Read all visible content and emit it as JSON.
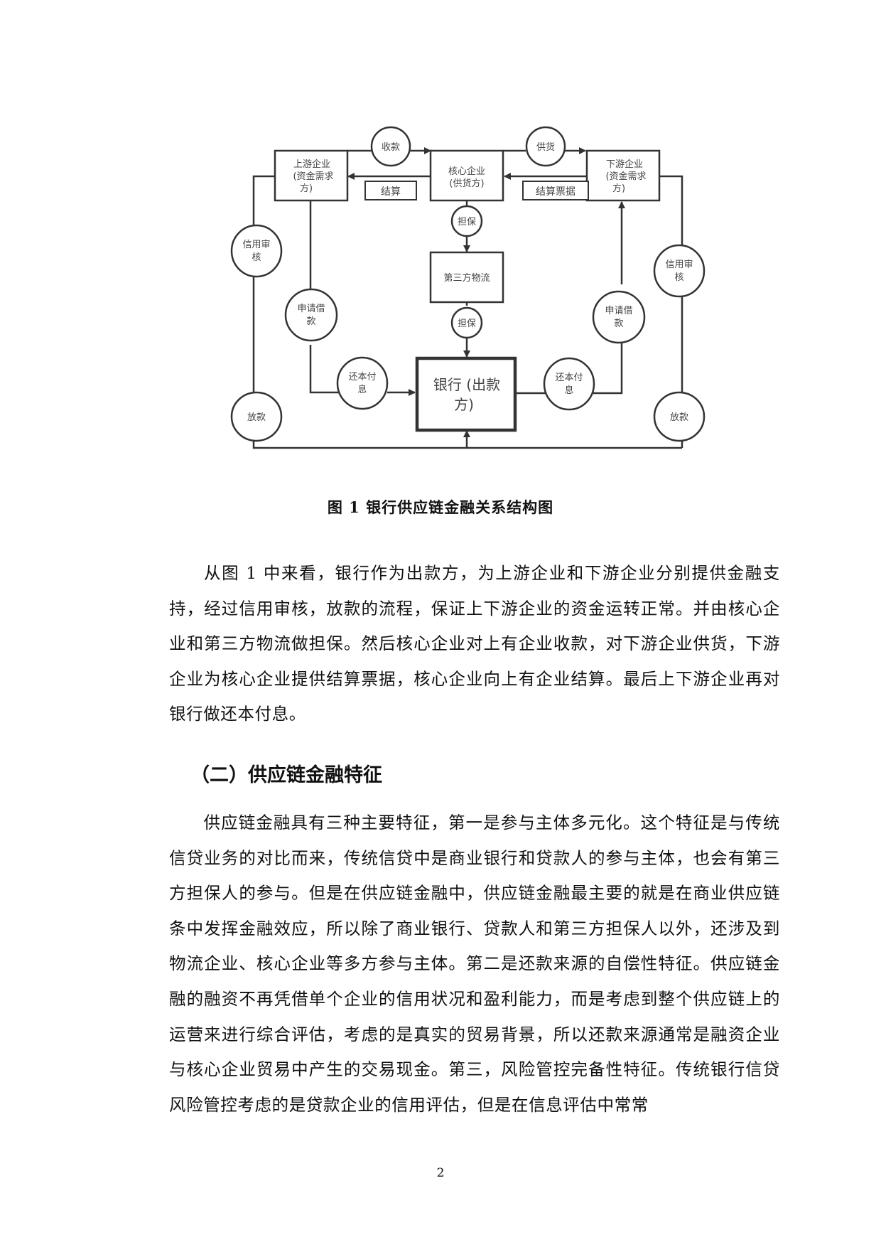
{
  "figure": {
    "nodes": {
      "upstream": [
        "上游企业",
        "(资金需求",
        "方)"
      ],
      "core": [
        "核心企业",
        "(供货方)"
      ],
      "downstream": [
        "下游企业",
        "(资金需求",
        "方)"
      ],
      "logistics": [
        "第三方物流"
      ],
      "bank": [
        "银行 (出款",
        "方)"
      ]
    },
    "circles": {
      "collect": [
        "收款"
      ],
      "supply": [
        "供货"
      ],
      "guarantee_top": [
        "担保"
      ],
      "guarantee_bottom": [
        "担保"
      ],
      "credit_left": [
        "信用审",
        "核"
      ],
      "credit_right": [
        "信用审",
        "核"
      ],
      "loan_apply_left": [
        "申请借",
        "款"
      ],
      "loan_apply_right": [
        "申请借",
        "款"
      ],
      "repay_left": [
        "还本付",
        "息"
      ],
      "repay_right": [
        "还本付",
        "息"
      ],
      "disburse_left": [
        "放款"
      ],
      "disburse_right": [
        "放款"
      ]
    },
    "labels": {
      "settle": "结算",
      "settle_bill": "结算票据"
    },
    "caption": "图 1  银行供应链金融关系结构图"
  },
  "body": {
    "para1": "从图 1 中来看，银行作为出款方，为上游企业和下游企业分别提供金融支持，经过信用审核，放款的流程，保证上下游企业的资金运转正常。并由核心企业和第三方物流做担保。然后核心企业对上有企业收款，对下游企业供货，下游企业为核心企业提供结算票据，核心企业向上有企业结算。最后上下游企业再对银行做还本付息。",
    "heading": "（二）供应链金融特征",
    "para2": "供应链金融具有三种主要特征，第一是参与主体多元化。这个特征是与传统信贷业务的对比而来，传统信贷中是商业银行和贷款人的参与主体，也会有第三方担保人的参与。但是在供应链金融中，供应链金融最主要的就是在商业供应链条中发挥金融效应，所以除了商业银行、贷款人和第三方担保人以外，还涉及到物流企业、核心企业等多方参与主体。第二是还款来源的自偿性特征。供应链金融的融资不再凭借单个企业的信用状况和盈利能力，而是考虑到整个供应链上的运营来进行综合评估，考虑的是真实的贸易背景，所以还款来源通常是融资企业与核心企业贸易中产生的交易现金。第三，风险管控完备性特征。传统银行信贷风险管控考虑的是贷款企业的信用评估，但是在信息评估中常常"
  },
  "footer": {
    "page_number": "2"
  }
}
